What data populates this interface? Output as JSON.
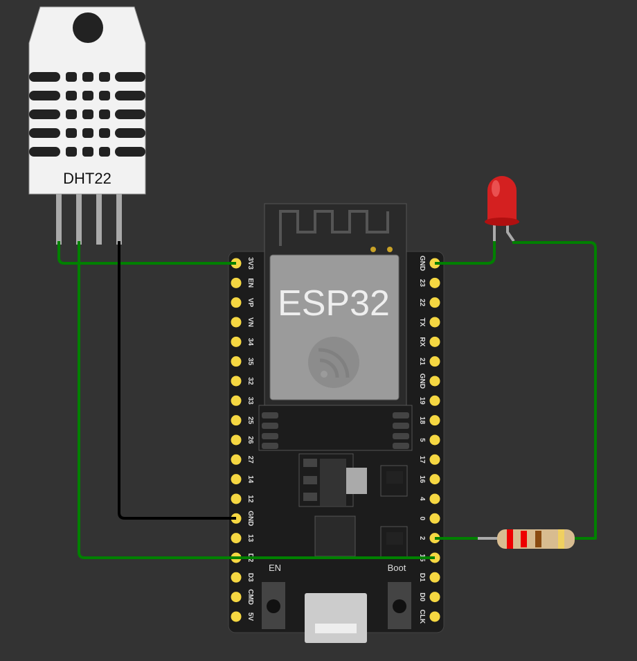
{
  "dht": {
    "label": "DHT22"
  },
  "esp": {
    "label": "ESP32",
    "en_label": "EN",
    "boot_label": "Boot"
  },
  "left_pins": [
    "3V3",
    "EN",
    "VP",
    "VN",
    "34",
    "35",
    "32",
    "33",
    "25",
    "26",
    "27",
    "14",
    "12",
    "GND",
    "13",
    "D2",
    "D3",
    "CMD",
    "5V"
  ],
  "right_pins": [
    "GND",
    "23",
    "22",
    "TX",
    "RX",
    "21",
    "GND",
    "19",
    "18",
    "5",
    "17",
    "16",
    "4",
    "0",
    "2",
    "15",
    "D1",
    "D0",
    "CLK"
  ],
  "colors": {
    "background": "#333333",
    "wire_green": "#008000",
    "wire_black": "#000000",
    "pin": "#f5d742",
    "led": "#d42020"
  }
}
